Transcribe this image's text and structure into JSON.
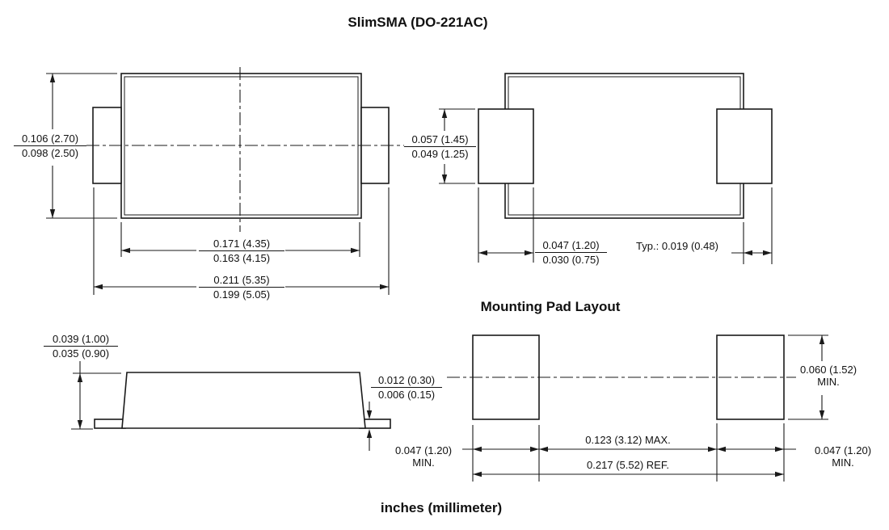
{
  "title": "SlimSMA (DO-221AC)",
  "footer": "inches (millimeter)",
  "colors": {
    "line": "#1a1a1a",
    "background": "#ffffff"
  },
  "views": {
    "top": {
      "dims": {
        "height": {
          "num": "0.106 (2.70)",
          "den": "0.098 (2.50)"
        },
        "body_width": {
          "num": "0.171 (4.35)",
          "den": "0.163 (4.15)"
        },
        "overall_width": {
          "num": "0.211 (5.35)",
          "den": "0.199 (5.05)"
        }
      }
    },
    "bottom": {
      "dims": {
        "tab_height": {
          "num": "0.057 (1.45)",
          "den": "0.049 (1.25)"
        },
        "tab_width": {
          "num": "0.047 (1.20)",
          "den": "0.030 (0.75)"
        },
        "lead_protrusion": "Typ.: 0.019 (0.48)"
      }
    },
    "side": {
      "dims": {
        "body_height": {
          "num": "0.039 (1.00)",
          "den": "0.035 (0.90)"
        },
        "lead_thickness": {
          "num": "0.012 (0.30)",
          "den": "0.006 (0.15)"
        }
      }
    },
    "pad_layout": {
      "heading": "Mounting Pad Layout",
      "dims": {
        "pad_height": {
          "value": "0.060 (1.52)",
          "qual": "MIN."
        },
        "pad_width_left": {
          "value": "0.047 (1.20)",
          "qual": "MIN."
        },
        "pad_width_right": {
          "value": "0.047 (1.20)",
          "qual": "MIN."
        },
        "pads_gap": "0.123 (3.12) MAX.",
        "overall_span": "0.217 (5.52) REF."
      }
    }
  }
}
